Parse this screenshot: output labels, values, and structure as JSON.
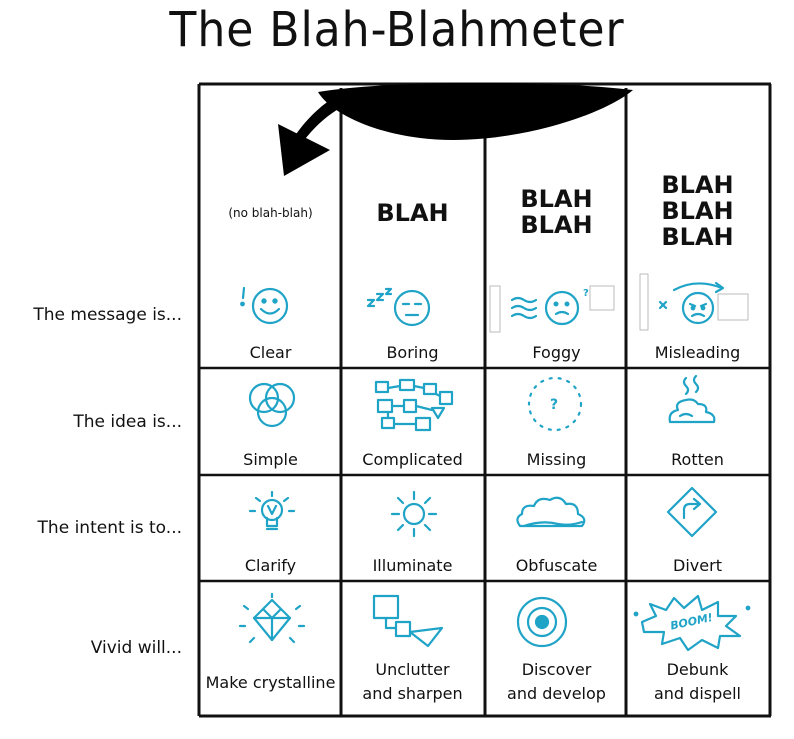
{
  "title": "The Blah-Blahmeter",
  "levels": [
    "(no blah-blah)",
    "BLAH",
    "BLAH\nBLAH",
    "BLAH\nBLAH\nBLAH"
  ],
  "rows": [
    {
      "label": "The message is...",
      "cells": [
        "Clear",
        "Boring",
        "Foggy",
        "Misleading"
      ]
    },
    {
      "label": "The idea is...",
      "cells": [
        "Simple",
        "Complicated",
        "Missing",
        "Rotten"
      ]
    },
    {
      "label": "The intent is to...",
      "cells": [
        "Clarify",
        "Illuminate",
        "Obfuscate",
        "Divert"
      ]
    },
    {
      "label": "Vivid will...",
      "cells": [
        "Make crystalline",
        "Unclutter\nand sharpen",
        "Discover\nand develop",
        "Debunk\nand dispell"
      ]
    }
  ],
  "icons": {
    "row1": [
      "smiley-icon",
      "sleepy-face-icon",
      "foggy-face-icon",
      "misleading-face-icon"
    ],
    "row2": [
      "venn-circles-icon",
      "tangled-boxes-icon",
      "question-mark-icon",
      "rotten-pile-icon"
    ],
    "row3": [
      "lightbulb-icon",
      "sun-icon",
      "cloud-icon",
      "detour-sign-icon"
    ],
    "row4": [
      "crystal-icon",
      "box-arrow-icon",
      "target-icon",
      "boom-icon"
    ]
  },
  "boom_text": "BOOM!",
  "question_mark": "?",
  "colors": {
    "icon": "#1fa3c7",
    "ink": "#111111"
  }
}
